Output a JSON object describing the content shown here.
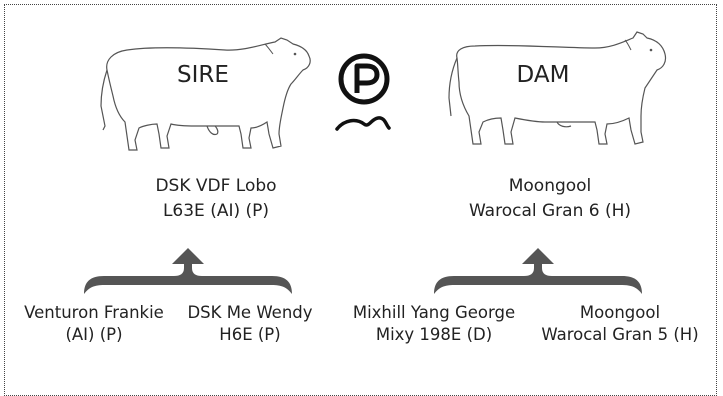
{
  "sire": {
    "label": "SIRE",
    "name_line1": "DSK VDF Lobo",
    "name_line2": "L63E (AI) (P)",
    "parent_left_line1": "Venturon Frankie",
    "parent_left_line2": "(AI) (P)",
    "parent_right_line1": "DSK Me Wendy",
    "parent_right_line2": "H6E (P)"
  },
  "dam": {
    "label": "DAM",
    "name_line1": "Moongool",
    "name_line2": "Warocal Gran 6 (H)",
    "parent_left_line1": "Mixhill Yang George",
    "parent_left_line2": "Mixy 198E (D)",
    "parent_right_line1": "Moongool",
    "parent_right_line2": "Warocal Gran 5 (H)"
  },
  "icons": {
    "center": "polled-p-icon",
    "sire_image": "bull-outline-icon",
    "dam_image": "cow-outline-icon",
    "sire_arrow": "merge-arrow-icon",
    "dam_arrow": "merge-arrow-icon"
  },
  "colors": {
    "outline": "#444444",
    "arrow": "#555555",
    "text": "#222222"
  }
}
